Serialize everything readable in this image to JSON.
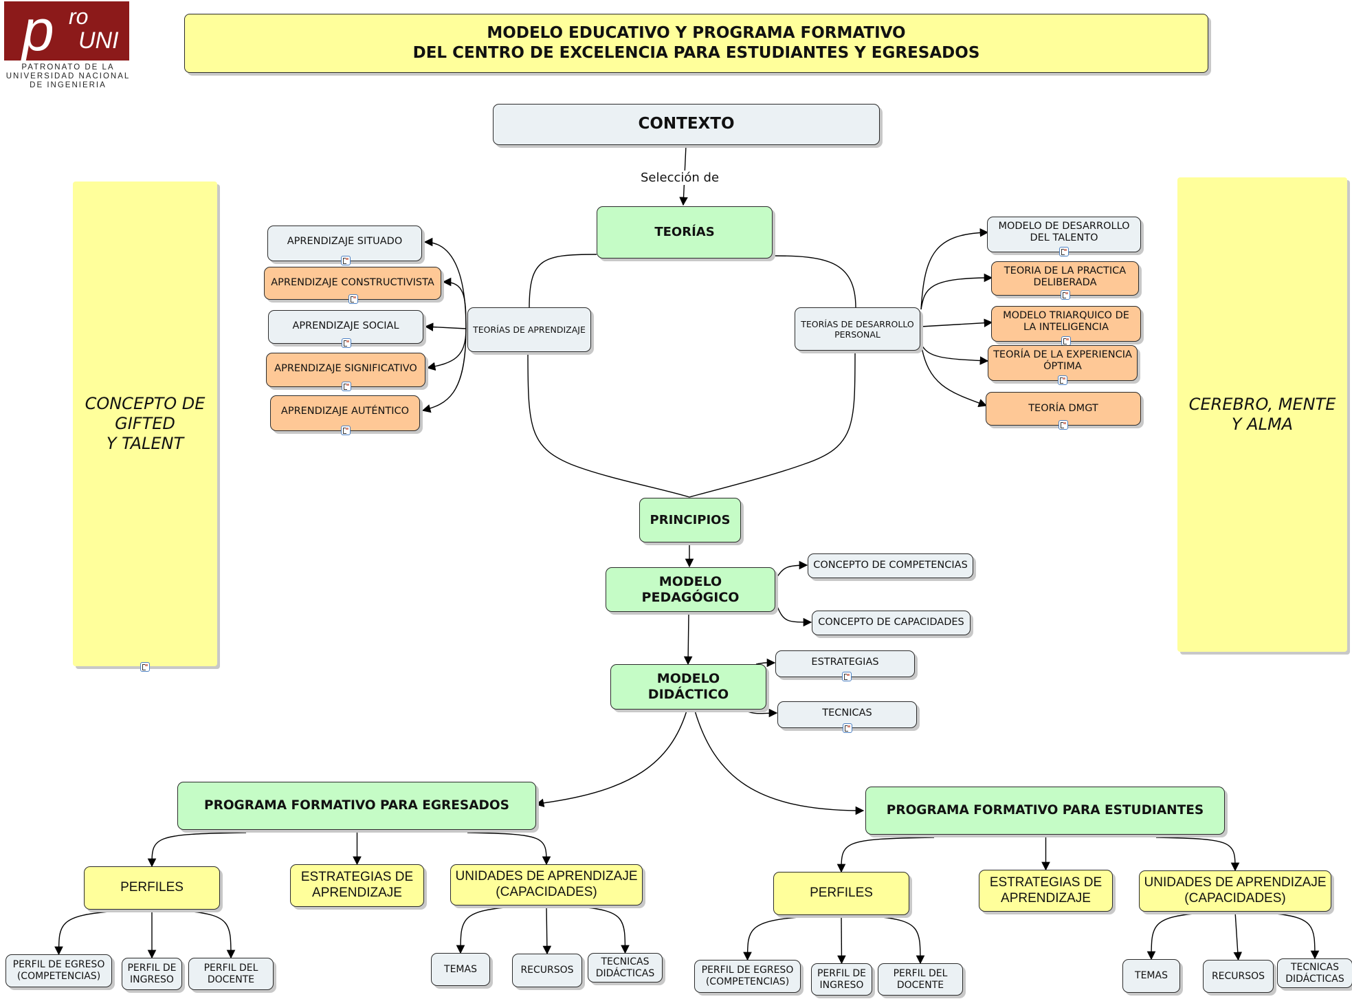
{
  "logo": {
    "brand_pro": "pro",
    "brand_uni": "UNI",
    "subtitle": "PATRONATO DE LA\nUNIVERSIDAD NACIONAL\nDE INGENIERIA",
    "color": "#8c1a1a"
  },
  "title": {
    "line1": "MODELO EDUCATIVO Y PROGRAMA FORMATIVO",
    "line2": "DEL CENTRO DE EXCELENCIA PARA ESTUDIANTES Y EGRESADOS"
  },
  "side_panels": {
    "left": "CONCEPTO DE\nGIFTED\nY TALENT",
    "right": "CEREBRO, MENTE\nY ALMA"
  },
  "colors": {
    "grey_node": "#ebf1f4",
    "orange_node": "#fec896",
    "green_node": "#c5fcc6",
    "yellow_node": "#ffff9b",
    "attachment_badge": "#4a7fc2"
  },
  "edge_labels": {
    "contexto_teorias": "Selección de"
  },
  "nodes": {
    "contexto": "CONTEXTO",
    "teorias": "TEORÍAS",
    "teorias_aprendizaje": "TEORÍAS DE APRENDIZAJE",
    "teorias_desarrollo": "TEORÍAS DE DESARROLLO\nPERSONAL",
    "learning_theories": [
      {
        "label": "APRENDIZAJE SITUADO",
        "style": "grey",
        "attachment": true
      },
      {
        "label": "APRENDIZAJE CONSTRUCTIVISTA",
        "style": "orange",
        "attachment": true
      },
      {
        "label": "APRENDIZAJE SOCIAL",
        "style": "grey",
        "attachment": true
      },
      {
        "label": "APRENDIZAJE SIGNIFICATIVO",
        "style": "orange",
        "attachment": true
      },
      {
        "label": "APRENDIZAJE AUTÉNTICO",
        "style": "orange",
        "attachment": true
      }
    ],
    "development_theories": [
      {
        "label": "MODELO DE DESARROLLO\nDEL TALENTO",
        "style": "grey",
        "attachment": true
      },
      {
        "label": "TEORIA DE LA PRACTICA\nDELIBERADA",
        "style": "orange",
        "attachment": true
      },
      {
        "label": "MODELO TRIARQUICO DE\nLA INTELIGENCIA",
        "style": "orange",
        "attachment": true
      },
      {
        "label": "TEORÍA DE LA EXPERIENCIA\nÓPTIMA",
        "style": "orange",
        "attachment": true
      },
      {
        "label": "TEORÍA DMGT",
        "style": "orange",
        "attachment": true
      }
    ],
    "principios": "PRINCIPIOS",
    "modelo_pedagogico": "MODELO PEDAGÓGICO",
    "concepto_competencias": "CONCEPTO DE COMPETENCIAS",
    "concepto_capacidades": "CONCEPTO DE CAPACIDADES",
    "modelo_didactico": "MODELO DIDÁCTICO",
    "estrategias": "ESTRATEGIAS",
    "tecnicas": "TECNICAS",
    "programs": [
      {
        "label": "PROGRAMA FORMATIVO PARA EGRESADOS",
        "perfiles": "PERFILES",
        "estrategias": "ESTRATEGIAS DE\nAPRENDIZAJE",
        "unidades": "UNIDADES DE APRENDIZAJE\n(CAPACIDADES)",
        "perfil_children": [
          "PERFIL DE EGRESO\n(COMPETENCIAS)",
          "PERFIL DE\nINGRESO",
          "PERFIL DEL\nDOCENTE"
        ],
        "unidad_children": [
          "TEMAS",
          "RECURSOS",
          "TECNICAS\nDIDÁCTICAS"
        ]
      },
      {
        "label": "PROGRAMA FORMATIVO PARA ESTUDIANTES",
        "perfiles": "PERFILES",
        "estrategias": "ESTRATEGIAS DE\nAPRENDIZAJE",
        "unidades": "UNIDADES DE APRENDIZAJE\n(CAPACIDADES)",
        "perfil_children": [
          "PERFIL DE EGRESO\n(COMPETENCIAS)",
          "PERFIL DE\nINGRESO",
          "PERFIL DEL\nDOCENTE"
        ],
        "unidad_children": [
          "TEMAS",
          "RECURSOS",
          "TECNICAS\nDIDÁCTICAS"
        ]
      }
    ]
  }
}
